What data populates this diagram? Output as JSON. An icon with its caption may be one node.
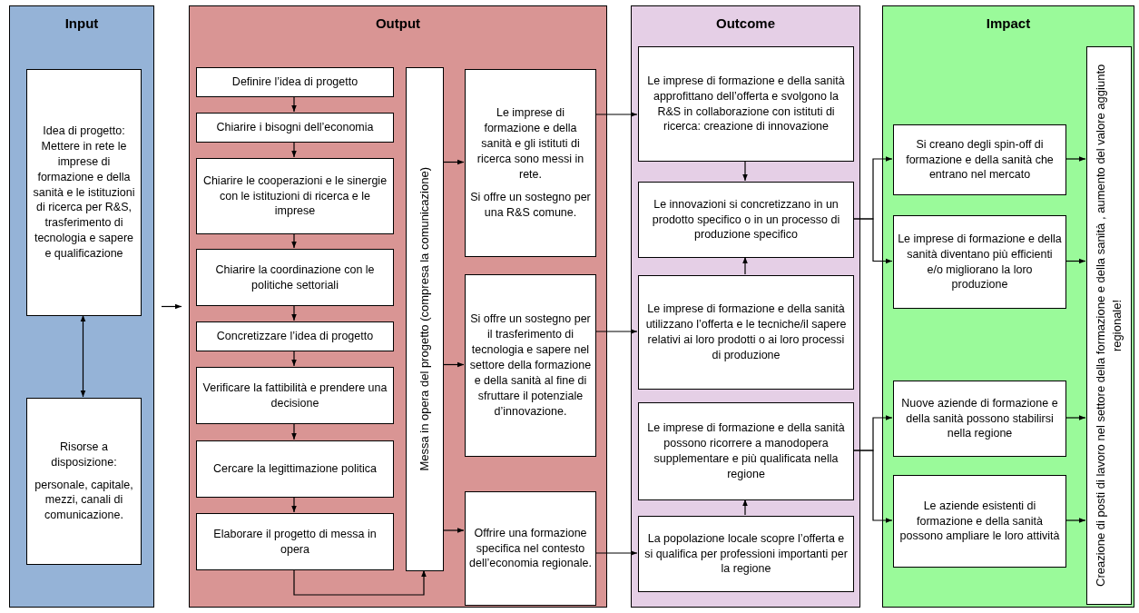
{
  "diagram": {
    "nodes": [
      {
        "text": [
          "Input"
        ]
      },
      {
        "text": [
          "Idea di progetto: Mettere in rete le imprese di formazione e della sanità e le istituzioni di ricerca per R&S, trasferimento di tecnologia e sapere e qualificazione"
        ],
        "in": 0
      },
      {
        "text": [
          "Risorse a disposizione:",
          "personale, capitale, mezzi, canali di comunicazione."
        ],
        "in": 0
      },
      {
        "text": [
          "Output"
        ]
      },
      {
        "text": [
          "Definire l’idea di progetto"
        ],
        "in": 3
      },
      {
        "text": [
          "Chiarire i bisogni dell’economia"
        ],
        "in": 3
      },
      {
        "text": [
          "Chiarire le cooperazioni e le sinergie con le istituzioni di ricerca e le imprese"
        ],
        "in": 3
      },
      {
        "text": [
          "Chiarire la coordinazione con le politiche settoriali"
        ],
        "in": 3
      },
      {
        "text": [
          "Concretizzare l’idea di progetto"
        ],
        "in": 3
      },
      {
        "text": [
          "Verificare la fattibilità e prendere una decisione"
        ],
        "in": 3
      },
      {
        "text": [
          "Cercare la legittimazione politica"
        ],
        "in": 3
      },
      {
        "text": [
          "Elaborare il progetto di messa in opera"
        ],
        "in": 3
      },
      {
        "text": [
          "Messa in opera del progetto (compresa la comunicazione)"
        ],
        "in": 3
      },
      {
        "text": [
          "Le imprese di formazione e della sanità e gli istituti di ricerca sono messi in rete.",
          "Si offre un sostegno per una R&S comune."
        ],
        "in": 3
      },
      {
        "text": [
          "Si offre un sostegno per il trasferimento di tecnologia e sapere nel settore della formazione e della sanità al fine di sfruttare il potenziale d’innovazione."
        ],
        "in": 3
      },
      {
        "text": [
          "Offrire una formazione specifica nel contesto dell’economia regionale."
        ],
        "in": 3
      },
      {
        "text": [
          "Outcome"
        ]
      },
      {
        "text": [
          "Le imprese di formazione e della sanità approfittano dell’offerta e svolgono la R&S in collaborazione con istituti di ricerca: creazione di innovazione"
        ],
        "in": 16
      },
      {
        "text": [
          "Le innovazioni si concretizzano in un prodotto specifico o in un processo di produzione specifico"
        ],
        "in": 16
      },
      {
        "text": [
          "Le imprese di formazione e della sanità utilizzano l’offerta e le tecniche/il sapere relativi ai loro prodotti o ai loro processi di produzione"
        ],
        "in": 16
      },
      {
        "text": [
          "Le imprese di formazione e della sanità possono ricorrere a manodopera supplementare e più qualificata nella regione"
        ],
        "in": 16
      },
      {
        "text": [
          "La popolazione locale scopre l’offerta e si qualifica per professioni importanti per la regione"
        ],
        "in": 16
      },
      {
        "text": [
          "Impact"
        ]
      },
      {
        "text": [
          "Si creano degli spin-off di formazione e della sanità che entrano nel mercato"
        ],
        "in": 22
      },
      {
        "text": [
          "Le imprese di formazione e della sanità diventano più efficienti e/o migliorano la loro produzione"
        ],
        "in": 22
      },
      {
        "text": [
          "Nuove aziende di formazione e della sanità possono stabilirsi nella regione"
        ],
        "in": 22
      },
      {
        "text": [
          "Le aziende esistenti di formazione e della sanità possono ampliare le loro attività"
        ],
        "in": 22
      },
      {
        "text": [
          "Creazione di posti di lavoro nel settore della formazione e della sanità , aumento del valore aggiunto regionale!"
        ],
        "in": 22
      }
    ],
    "edges": [
      {
        "from": 1,
        "to": 2,
        "arrow": "both"
      },
      {
        "from": 0,
        "to": 3,
        "arrow": "to"
      },
      {
        "from": 4,
        "to": 5,
        "arrow": "to"
      },
      {
        "from": 5,
        "to": 6,
        "arrow": "to"
      },
      {
        "from": 6,
        "to": 7,
        "arrow": "to"
      },
      {
        "from": 7,
        "to": 8,
        "arrow": "to"
      },
      {
        "from": 8,
        "to": 9,
        "arrow": "to"
      },
      {
        "from": 9,
        "to": 10,
        "arrow": "to"
      },
      {
        "from": 10,
        "to": 11,
        "arrow": "to"
      },
      {
        "from": 11,
        "to": 12,
        "arrow": "to"
      },
      {
        "from": 12,
        "to": 13,
        "arrow": "to"
      },
      {
        "from": 12,
        "to": 14,
        "arrow": "to"
      },
      {
        "from": 12,
        "to": 15,
        "arrow": "to"
      },
      {
        "from": 13,
        "to": 17,
        "arrow": "to"
      },
      {
        "from": 14,
        "to": 19,
        "arrow": "to"
      },
      {
        "from": 15,
        "to": 21,
        "arrow": "to"
      },
      {
        "from": 17,
        "to": 18,
        "arrow": "to"
      },
      {
        "from": 19,
        "to": 18,
        "arrow": "to"
      },
      {
        "from": 21,
        "to": 20,
        "arrow": "to"
      },
      {
        "from": 18,
        "to": 23,
        "arrow": "to"
      },
      {
        "from": 18,
        "to": 24,
        "arrow": "to"
      },
      {
        "from": 20,
        "to": 25,
        "arrow": "to"
      },
      {
        "from": 20,
        "to": 26,
        "arrow": "to"
      },
      {
        "from": 23,
        "to": 27,
        "arrow": "to"
      },
      {
        "from": 24,
        "to": 27,
        "arrow": "to"
      },
      {
        "from": 25,
        "to": 27,
        "arrow": "to"
      },
      {
        "from": 26,
        "to": 27,
        "arrow": "to"
      }
    ]
  }
}
